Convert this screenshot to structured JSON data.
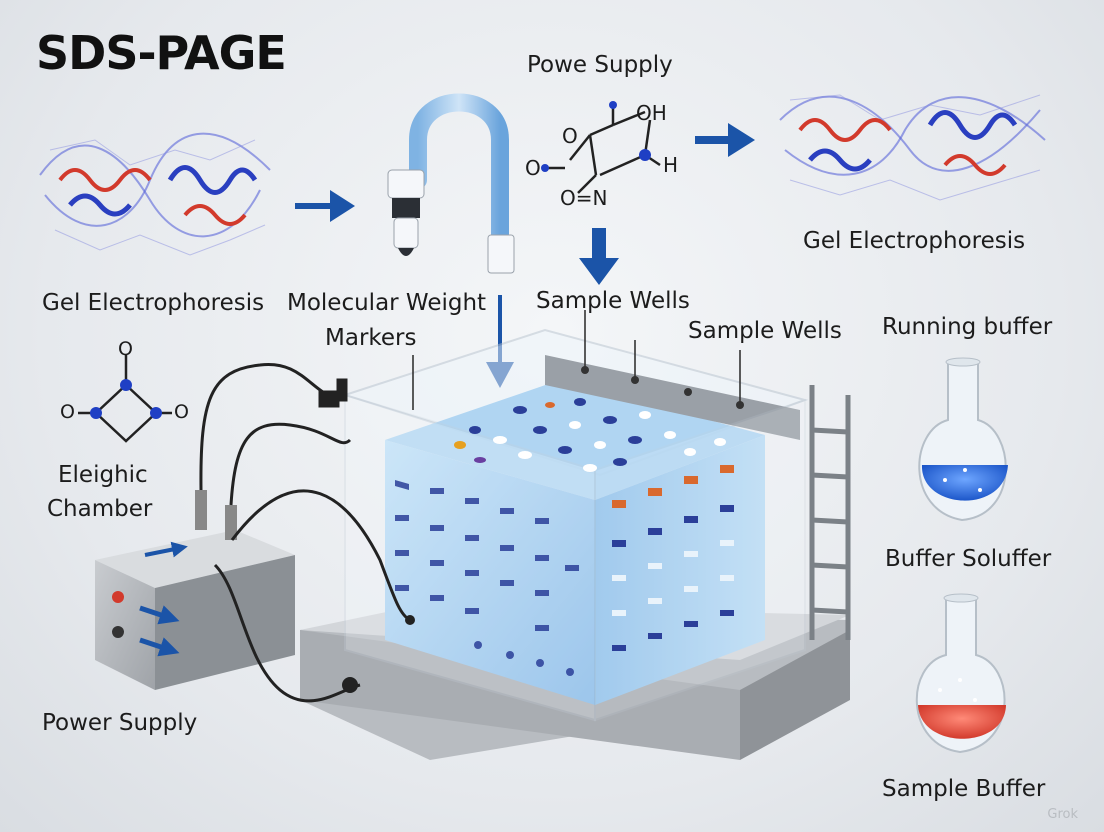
{
  "title": "SDS-PAGE",
  "labels": {
    "power_supply_top": "Powe Supply",
    "gel_electrophoresis_left": "Gel Electrophoresis",
    "gel_electrophoresis_right": "Gel Electrophoresis",
    "molecular_weight_line1": "Molecular Weight",
    "molecular_weight_line2": "Markers",
    "sample_wells_center": "Sample Wells",
    "sample_wells_right": "Sample Wells",
    "running_buffer": "Running buffer",
    "chamber_line1": "Eleighic",
    "chamber_line2": "Chamber",
    "buffer_solution": "Buffer Soluffer",
    "power_supply_bottom": "Power Supply",
    "sample_buffer": "Sample Buffer"
  },
  "molecule_atoms": {
    "o1": "O",
    "oh": "OH",
    "o2": "O",
    "h": "H",
    "o_eq_n": "O=N",
    "sq_top": "O",
    "sq_left": "O",
    "sq_right": "O"
  },
  "watermark": "Grok",
  "colors": {
    "arrow": "#1b54a8",
    "gel": "#9ecbee",
    "buffer_blue": "#2a6fe0",
    "buffer_red": "#e0463a",
    "band_dark": "#2b3f99",
    "band_orange": "#d9692e"
  }
}
